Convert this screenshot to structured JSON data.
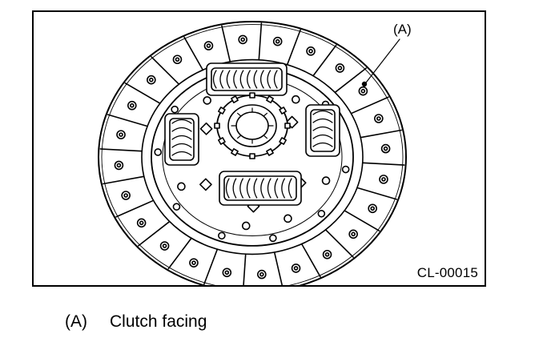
{
  "figure": {
    "id": "CL-00015",
    "callout": "(A)",
    "subject_icon": "clutch-disc-drawing"
  },
  "legend": [
    {
      "key": "(A)",
      "text": "Clutch facing"
    }
  ]
}
